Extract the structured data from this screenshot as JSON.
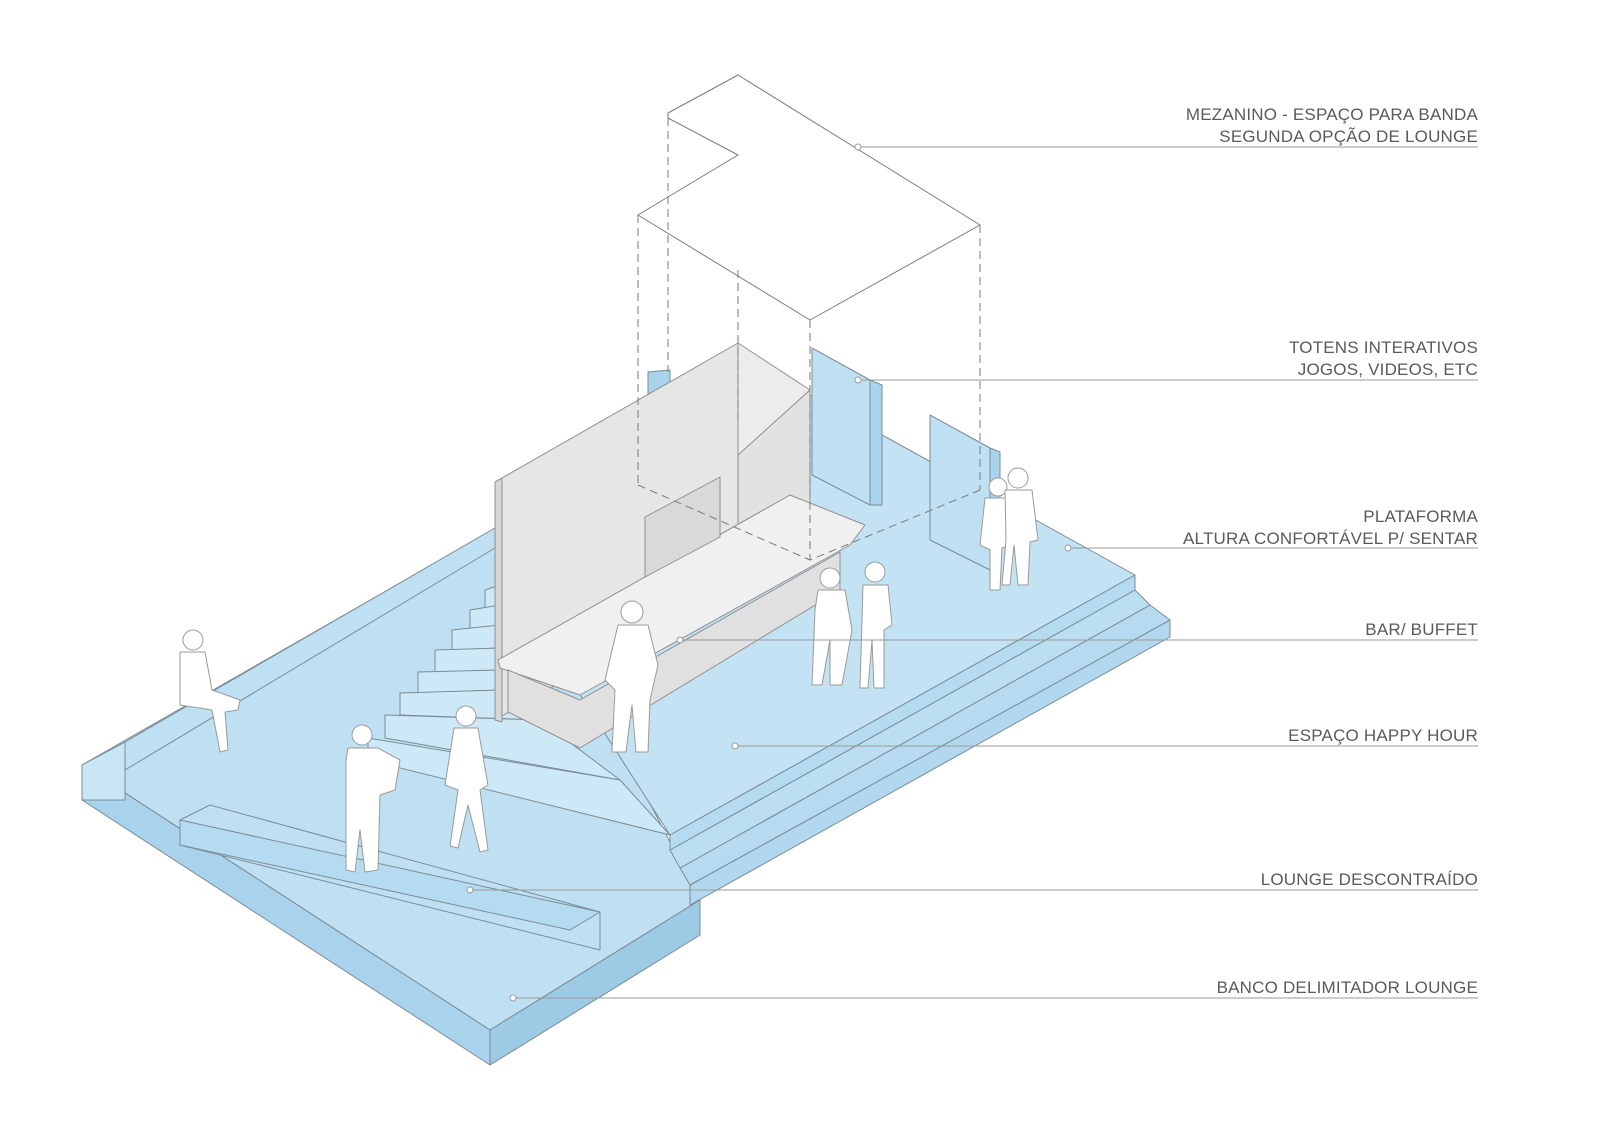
{
  "labels": {
    "mezanino": {
      "line1": "MEZANINO - ESPAÇO PARA BANDA",
      "line2": "SEGUNDA OPÇÃO DE LOUNGE"
    },
    "totens": {
      "line1": "TOTENS INTERATIVOS",
      "line2": "JOGOS, VIDEOS, ETC"
    },
    "plataforma": {
      "line1": "PLATAFORMA",
      "line2": "ALTURA CONFORTÁVEL P/ SENTAR"
    },
    "bar": {
      "line1": "BAR/ BUFFET"
    },
    "happy_hour": {
      "line1": "ESPAÇO HAPPY HOUR"
    },
    "lounge": {
      "line1": "LOUNGE DESCONTRAÍDO"
    },
    "banco": {
      "line1": "BANCO DELIMITADOR LOUNGE"
    }
  },
  "colors": {
    "floor": "#bfe0f2",
    "floor_side": "#a9d3ec",
    "panel": "#e6e6e6",
    "panel_dark": "#d6d6d6",
    "line": "#8a8a8a",
    "text": "#5a5a5a",
    "figure": "#ffffff"
  }
}
